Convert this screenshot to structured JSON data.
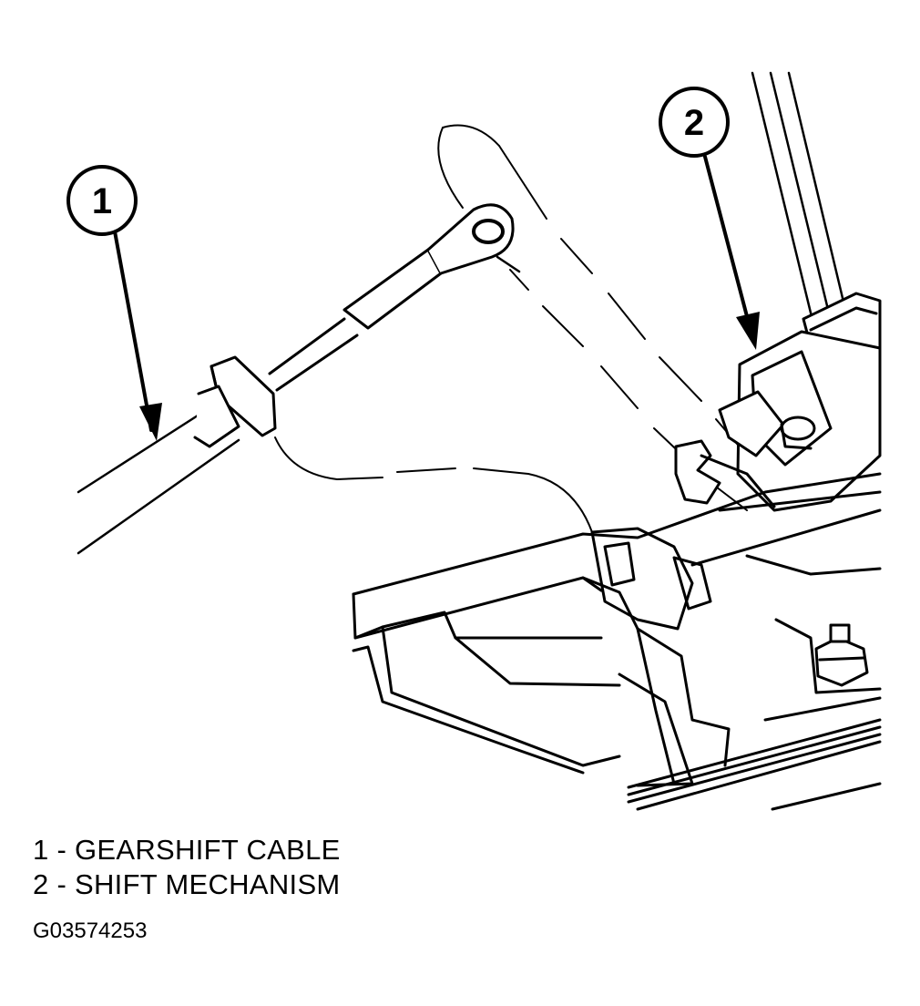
{
  "callouts": [
    {
      "number": "1",
      "target": "gearshift-cable"
    },
    {
      "number": "2",
      "target": "shift-mechanism"
    }
  ],
  "legend": [
    {
      "text": "1 - GEARSHIFT CABLE"
    },
    {
      "text": "2 - SHIFT MECHANISM"
    }
  ],
  "figure_id": "G03574253",
  "colors": {
    "ink": "#000000",
    "background": "#ffffff"
  }
}
